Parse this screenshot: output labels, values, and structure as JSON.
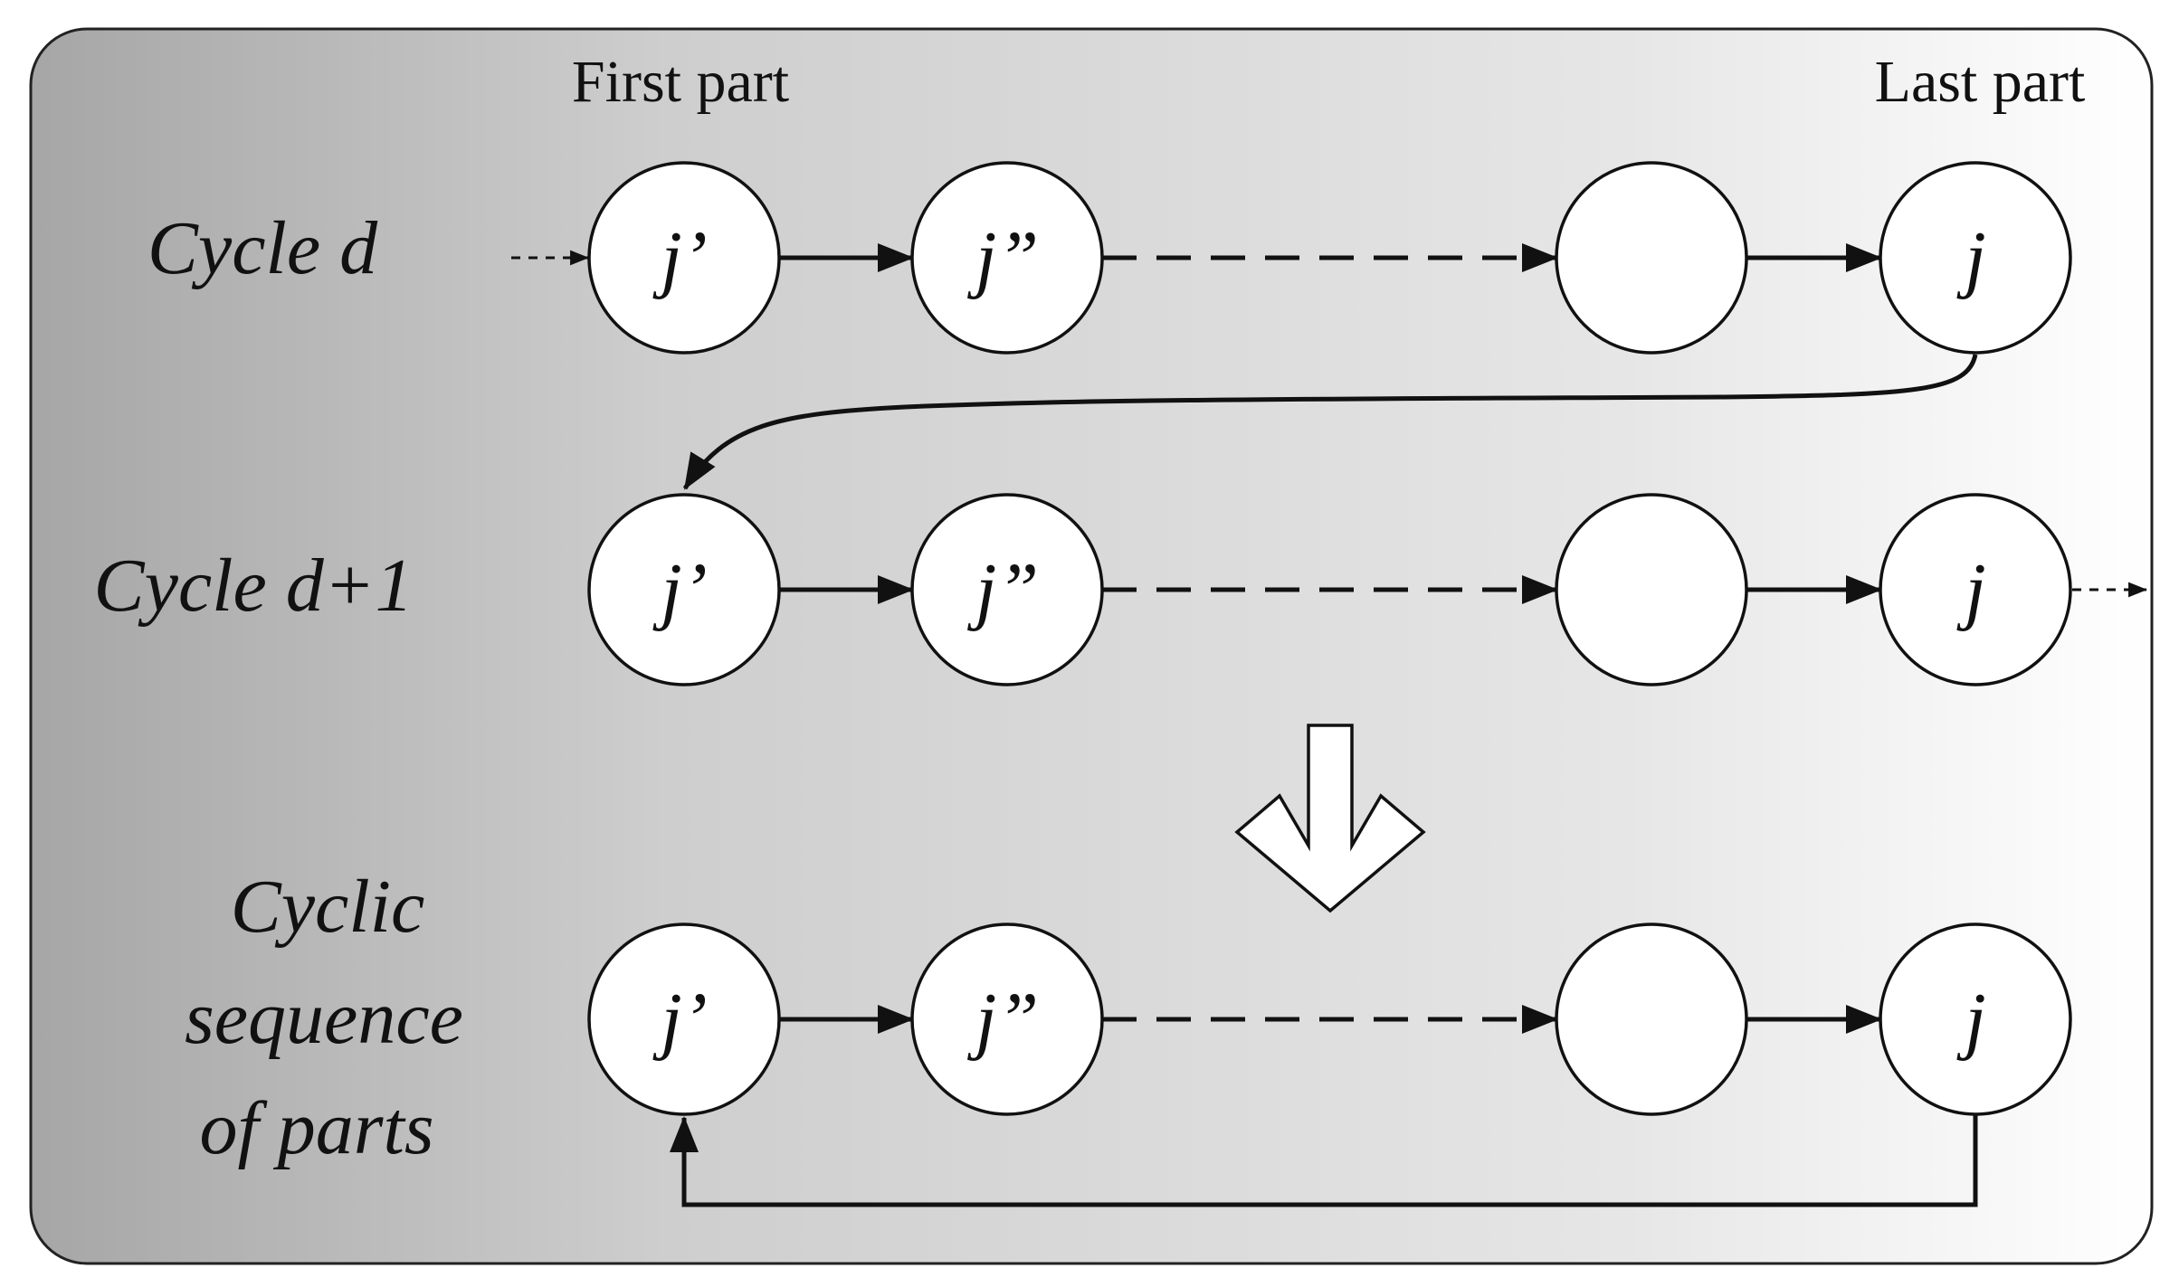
{
  "headers": {
    "first": "First part",
    "last": "Last part"
  },
  "rows": [
    {
      "label_lines": [
        "Cycle d"
      ],
      "nodes": [
        "j’",
        "j”",
        "",
        "j"
      ]
    },
    {
      "label_lines": [
        "Cycle d+1"
      ],
      "nodes": [
        "j’",
        "j”",
        "",
        "j"
      ]
    },
    {
      "label_lines": [
        "Cyclic",
        "sequence",
        "of parts"
      ],
      "nodes": [
        "j’",
        "j”",
        "",
        "j"
      ]
    }
  ],
  "colors": {
    "panel_dark": "#a6a6a6",
    "panel_light": "#ffffff",
    "stroke": "#111111"
  }
}
